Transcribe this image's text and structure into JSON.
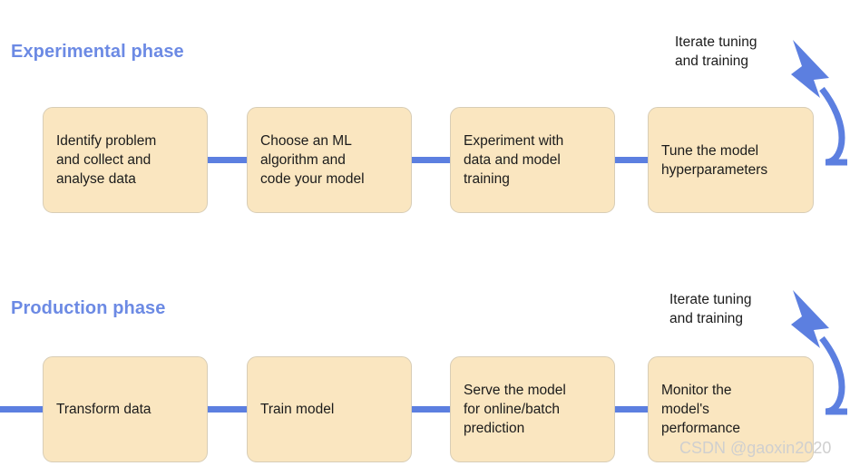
{
  "diagram": {
    "title_colors": {
      "heading_blue": "#6c8ae4",
      "connector_blue": "#5c7fe0",
      "box_fill": "#fae6c0",
      "box_border": "#d8cdb6",
      "text": "#1b1b1b"
    },
    "sections": [
      {
        "id": "experimental",
        "heading": "Experimental phase",
        "steps": [
          {
            "label": "Identify problem\nand collect and\nanalyse data"
          },
          {
            "label": "Choose an ML\nalgorithm and\ncode your model"
          },
          {
            "label": "Experiment with\ndata and model\ntraining"
          },
          {
            "label": "Tune the model\nhyperparameters"
          }
        ],
        "loop": {
          "label": "Iterate tuning\nand training"
        }
      },
      {
        "id": "production",
        "heading": "Production phase",
        "steps": [
          {
            "label": "Transform data"
          },
          {
            "label": "Train model"
          },
          {
            "label": "Serve the model\nfor online/batch\nprediction"
          },
          {
            "label": "Monitor the\nmodel's\nperformance"
          }
        ],
        "loop": {
          "label": "Iterate tuning\nand training"
        }
      }
    ],
    "watermark": "CSDN @gaoxin2020"
  }
}
